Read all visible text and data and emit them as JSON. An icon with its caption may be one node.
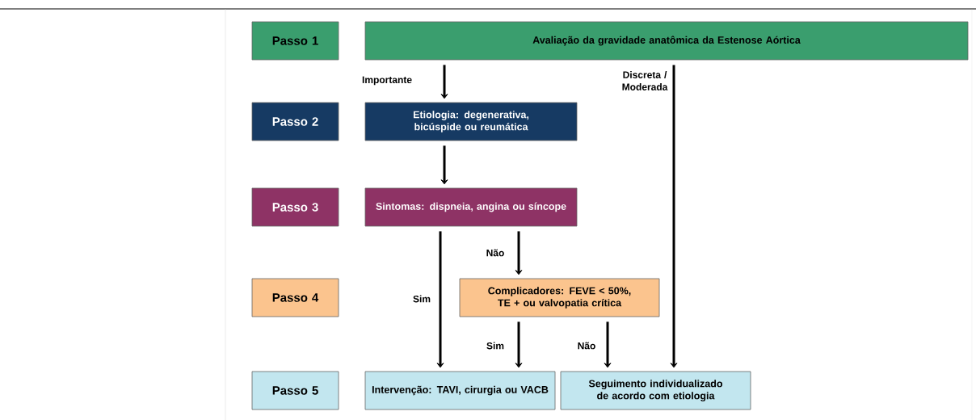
{
  "diagram": {
    "nodes": [
      {
        "text": [
          "Passo 1"
        ]
      },
      {
        "text": [
          "Avaliação da gravidade anatômica da Estenose Aórtica"
        ]
      },
      {
        "text": [
          "Passo 2"
        ]
      },
      {
        "text": [
          "Etiologia: degenerativa, bicúspide ou reumática"
        ]
      },
      {
        "text": [
          "Passo 3"
        ]
      },
      {
        "text": [
          "Sintomas: dispneia, angina ou síncope"
        ]
      },
      {
        "text": [
          "Passo 4"
        ]
      },
      {
        "text": [
          "Complicadores: FEVE < 50%, TE + ou valvopatia crítica"
        ]
      },
      {
        "text": [
          "Passo 5"
        ]
      },
      {
        "text": [
          "Intervenção: TAVI, cirurgia ou VACB"
        ]
      },
      {
        "text": [
          "Seguimento individualizado de acordo com etiologia"
        ]
      }
    ],
    "edges": [
      {
        "from": 1,
        "to": 3,
        "arrow": "to",
        "label": "Importante"
      },
      {
        "from": 3,
        "to": 5,
        "arrow": "to"
      },
      {
        "from": 5,
        "to": 9,
        "arrow": "to",
        "label": "Sim"
      },
      {
        "from": 5,
        "to": 7,
        "arrow": "to",
        "label": "Não"
      },
      {
        "from": 7,
        "to": 9,
        "arrow": "to",
        "label": "Sim"
      },
      {
        "from": 7,
        "to": 10,
        "arrow": "to",
        "label": "Não"
      },
      {
        "from": 1,
        "to": 10,
        "arrow": "to",
        "label": "Discreta / Moderada"
      }
    ]
  }
}
